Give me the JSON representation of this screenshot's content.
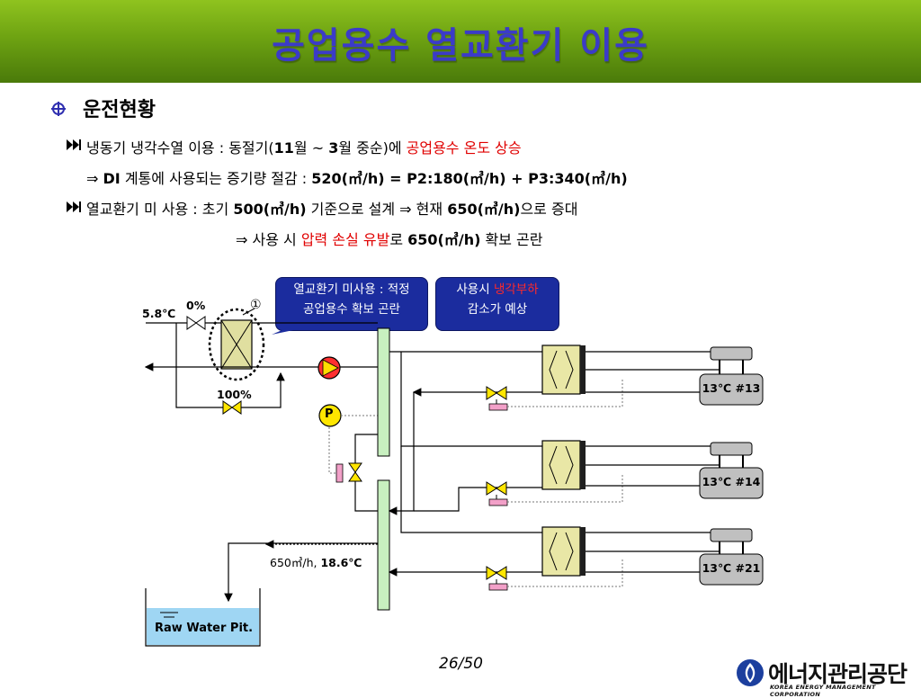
{
  "header": {
    "title": "공업용수 열교환기 이용"
  },
  "section": {
    "heading": "운전현황"
  },
  "lines": {
    "l1_a": "냉동기 냉각수열 이용 : 동절기(",
    "l1_b": "11",
    "l1_c": "월 ~ ",
    "l1_d": "3",
    "l1_e": "월 중순)에 ",
    "l1_red": "공업용수 온도 상승",
    "l2_a": "⇒ ",
    "l2_b": "DI",
    "l2_c": " 계통에 사용되는 증기량 절감  :  ",
    "l2_d": "520(㎥/h) = P2:180(㎥/h) + P3:340(㎥/h)",
    "l3_a": "열교환기 미 사용 : 초기 ",
    "l3_b": "500(㎥/h)",
    "l3_c": " 기준으로 설계  ⇒  현재 ",
    "l3_d": "650(㎥/h)",
    "l3_e": "으로 증대",
    "l4_a": "⇒ 사용 시 ",
    "l4_red": "압력 손실 유발",
    "l4_c": "로 ",
    "l4_d": "650(㎥/h)",
    "l4_e": " 확보 곤란"
  },
  "callouts": {
    "left_line1": "열교환기 미사용 : 적정",
    "left_line2": "공업용수 확보 곤란",
    "right_line1_a": "사용시 ",
    "right_line1_red": "냉각부하",
    "right_line2": "감소가 예상"
  },
  "diagram": {
    "inlet_temp": "5.8℃",
    "valve_top_pct": "0%",
    "valve_bypass_pct": "100%",
    "hx_marker": "①",
    "pressure_label": "P",
    "return_flow": "650㎥/h, ",
    "return_temp": "18.6℃",
    "raw_water_pit": "Raw Water Pit.",
    "units": [
      "13℃ #13",
      "13℃ #14",
      "13℃ #21"
    ]
  },
  "footer": {
    "page_number": "26/50",
    "logo_korean": "에너지관리공단",
    "logo_english": "KOREA ENERGY MANAGEMENT CORPORATION"
  },
  "colors": {
    "title": "#3b3bc8",
    "callout_bg": "#1b2c9e",
    "highlight_red": "#e00000",
    "header_green": "#6ea312",
    "valve_yellow": "#ffe600",
    "hx_fill": "#e9e7a6",
    "header_pipe": "#c8f0c0",
    "raw_pit_water": "#9fd6f3"
  }
}
